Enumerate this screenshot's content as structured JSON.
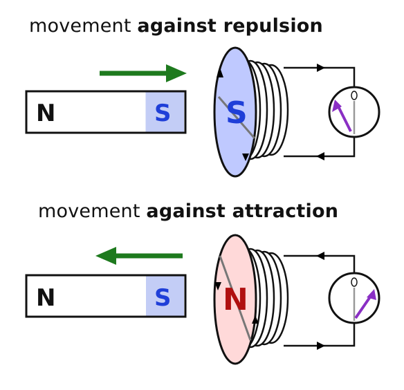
{
  "panels": [
    {
      "caption_prefix": "movement ",
      "caption_bold": "against repulsion",
      "magnet": {
        "left_pole": "N",
        "right_pole": "S"
      },
      "coil_face_pole": "S",
      "arrow_direction": "right",
      "coil_face_color": "#bfc9ff",
      "pole_color": "#1f3fd8"
    },
    {
      "caption_prefix": "movement ",
      "caption_bold": "against attraction",
      "magnet": {
        "left_pole": "N",
        "right_pole": "S"
      },
      "coil_face_pole": "N",
      "arrow_direction": "left",
      "coil_face_color": "#ffd9d9",
      "pole_color": "#b01010"
    }
  ],
  "colors": {
    "motion_arrow": "#1e7a1e",
    "meter_needle": "#8a2fc4",
    "magnet_s_fill": "#c3cdf6",
    "magnet_text_s": "#1f3fd8"
  }
}
